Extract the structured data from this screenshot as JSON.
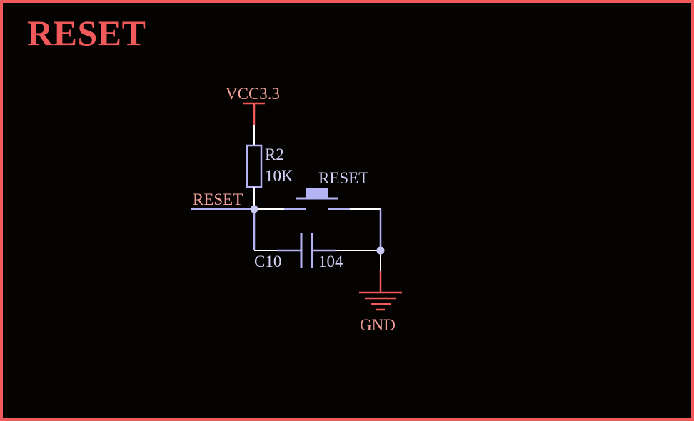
{
  "title": "RESET",
  "schematic": {
    "power_label": "VCC3.3",
    "ground_label": "GND",
    "net_label": "RESET",
    "resistor": {
      "designator": "R2",
      "value": "10K"
    },
    "capacitor": {
      "designator": "C10",
      "value": "104"
    },
    "switch": {
      "designator": "RESET"
    }
  },
  "colors": {
    "border": "#f05a5a",
    "title": "#f05a5a",
    "wire": "#ffffff",
    "component": "#b4b4f5",
    "power_pin": "#f05a5a",
    "junction": "#c8c8f5",
    "background": "#050202"
  }
}
